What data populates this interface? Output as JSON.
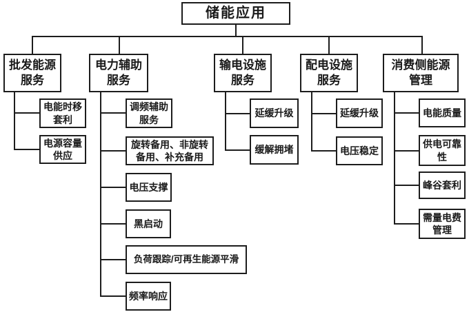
{
  "diagram": {
    "title": "储能应用",
    "colors": {
      "line": "#1c1c1c",
      "border": "#1c1c1c",
      "background": "#ffffff",
      "text": "#1a1a1a"
    },
    "root": {
      "label": "储能应用"
    },
    "branches": [
      {
        "label": "批发能源\n服务",
        "children": [
          {
            "label": "电能时移\n套利"
          },
          {
            "label": "电源容量\n供应"
          }
        ]
      },
      {
        "label": "电力辅助\n服务",
        "children": [
          {
            "label": "调频辅助\n服务"
          },
          {
            "label": "旋转备用、非旋转\n备用、补充备用"
          },
          {
            "label": "电压支撑"
          },
          {
            "label": "黑启动"
          },
          {
            "label": "负荷跟踪/可再生能源平滑"
          },
          {
            "label": "频率响应"
          }
        ]
      },
      {
        "label": "输电设施\n服务",
        "children": [
          {
            "label": "延缓升级"
          },
          {
            "label": "缓解拥堵"
          }
        ]
      },
      {
        "label": "配电设施\n服务",
        "children": [
          {
            "label": "延缓升级"
          },
          {
            "label": "电压稳定"
          }
        ]
      },
      {
        "label": "消费侧能源\n管理",
        "children": [
          {
            "label": "电能质量"
          },
          {
            "label": "供电可靠\n性"
          },
          {
            "label": "峰谷套利"
          },
          {
            "label": "需量电费\n管理"
          }
        ]
      }
    ]
  }
}
